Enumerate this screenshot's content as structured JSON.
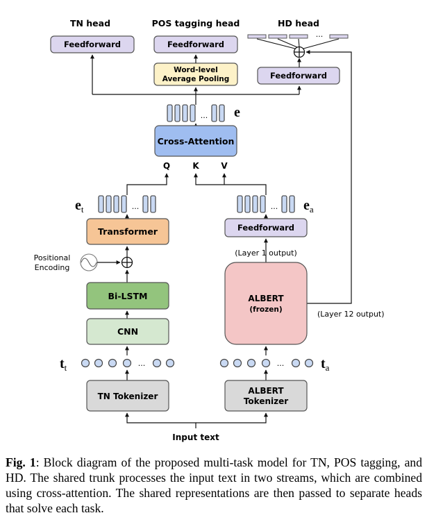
{
  "heads": {
    "tn_title": "TN head",
    "pos_title": "POS tagging head",
    "hd_title": "HD head",
    "tn_ff": "Feedforward",
    "pos_ff": "Feedforward",
    "hd_ff": "Feedforward",
    "pooling_line1": "Word-level",
    "pooling_line2": "Average Pooling",
    "hd_ellipsis": "..."
  },
  "trunk": {
    "cross_attention": "Cross-Attention",
    "q": "Q",
    "k": "K",
    "v": "V",
    "e": "e",
    "e_t": "e",
    "e_t_sub": "t",
    "e_a": "e",
    "e_a_sub": "a",
    "ellipsis": "...",
    "transformer": "Transformer",
    "positional_line1": "Positional",
    "positional_line2": "Encoding",
    "bilstm": "Bi-LSTM",
    "cnn": "CNN",
    "feedforward": "Feedforward",
    "layer1_output": "(Layer 1 output)",
    "albert": "ALBERT",
    "frozen": "(frozen)",
    "layer12_output": "(Layer 12 output)",
    "t_t": "t",
    "t_t_sub": "t",
    "t_a": "t",
    "t_a_sub": "a",
    "tn_tokenizer": "TN Tokenizer",
    "albert_tokenizer_line1": "ALBERT",
    "albert_tokenizer_line2": "Tokenizer",
    "input_text": "Input text"
  },
  "caption": {
    "label": "Fig. 1",
    "text": ": Block diagram of the proposed multi-task model for TN, POS tagging, and HD. The shared trunk processes the input text in two streams, which are combined using cross-attention. The shared representations are then passed to separate heads that solve each task."
  },
  "colors": {
    "head_box": "#dcd6ef",
    "pooling_box": "#fdf2c8",
    "cross_attention_box": "#9fbdf0",
    "transformer_box": "#f6c596",
    "bilstm_box": "#93c47d",
    "cnn_box": "#d5e8d0",
    "albert_box": "#f4c6c6",
    "tokenizer_box": "#d9d9d9",
    "vector_fill": "#c9d9f3"
  }
}
